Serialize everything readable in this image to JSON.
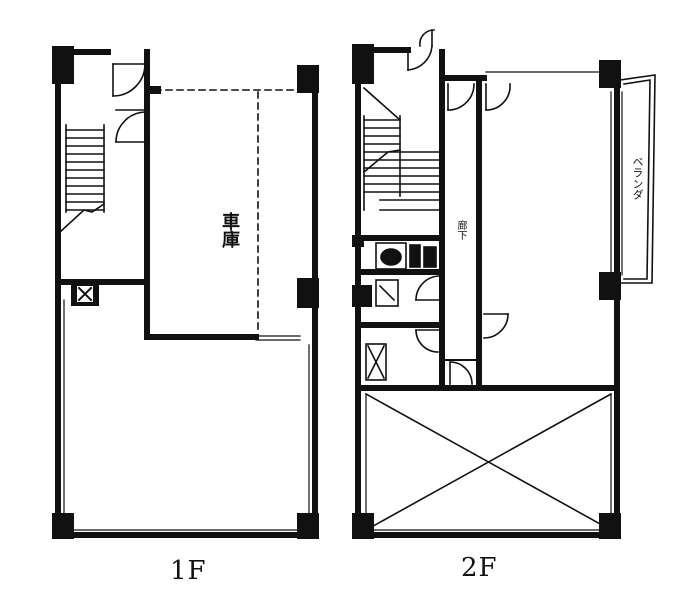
{
  "floors": [
    {
      "label": "1F",
      "rooms": {
        "garage": "車庫"
      }
    },
    {
      "label": "2F",
      "rooms": {
        "corridor": "廊下",
        "balcony": "ベランダ"
      }
    }
  ],
  "colors": {
    "wall": "#111111",
    "background": "#ffffff"
  }
}
